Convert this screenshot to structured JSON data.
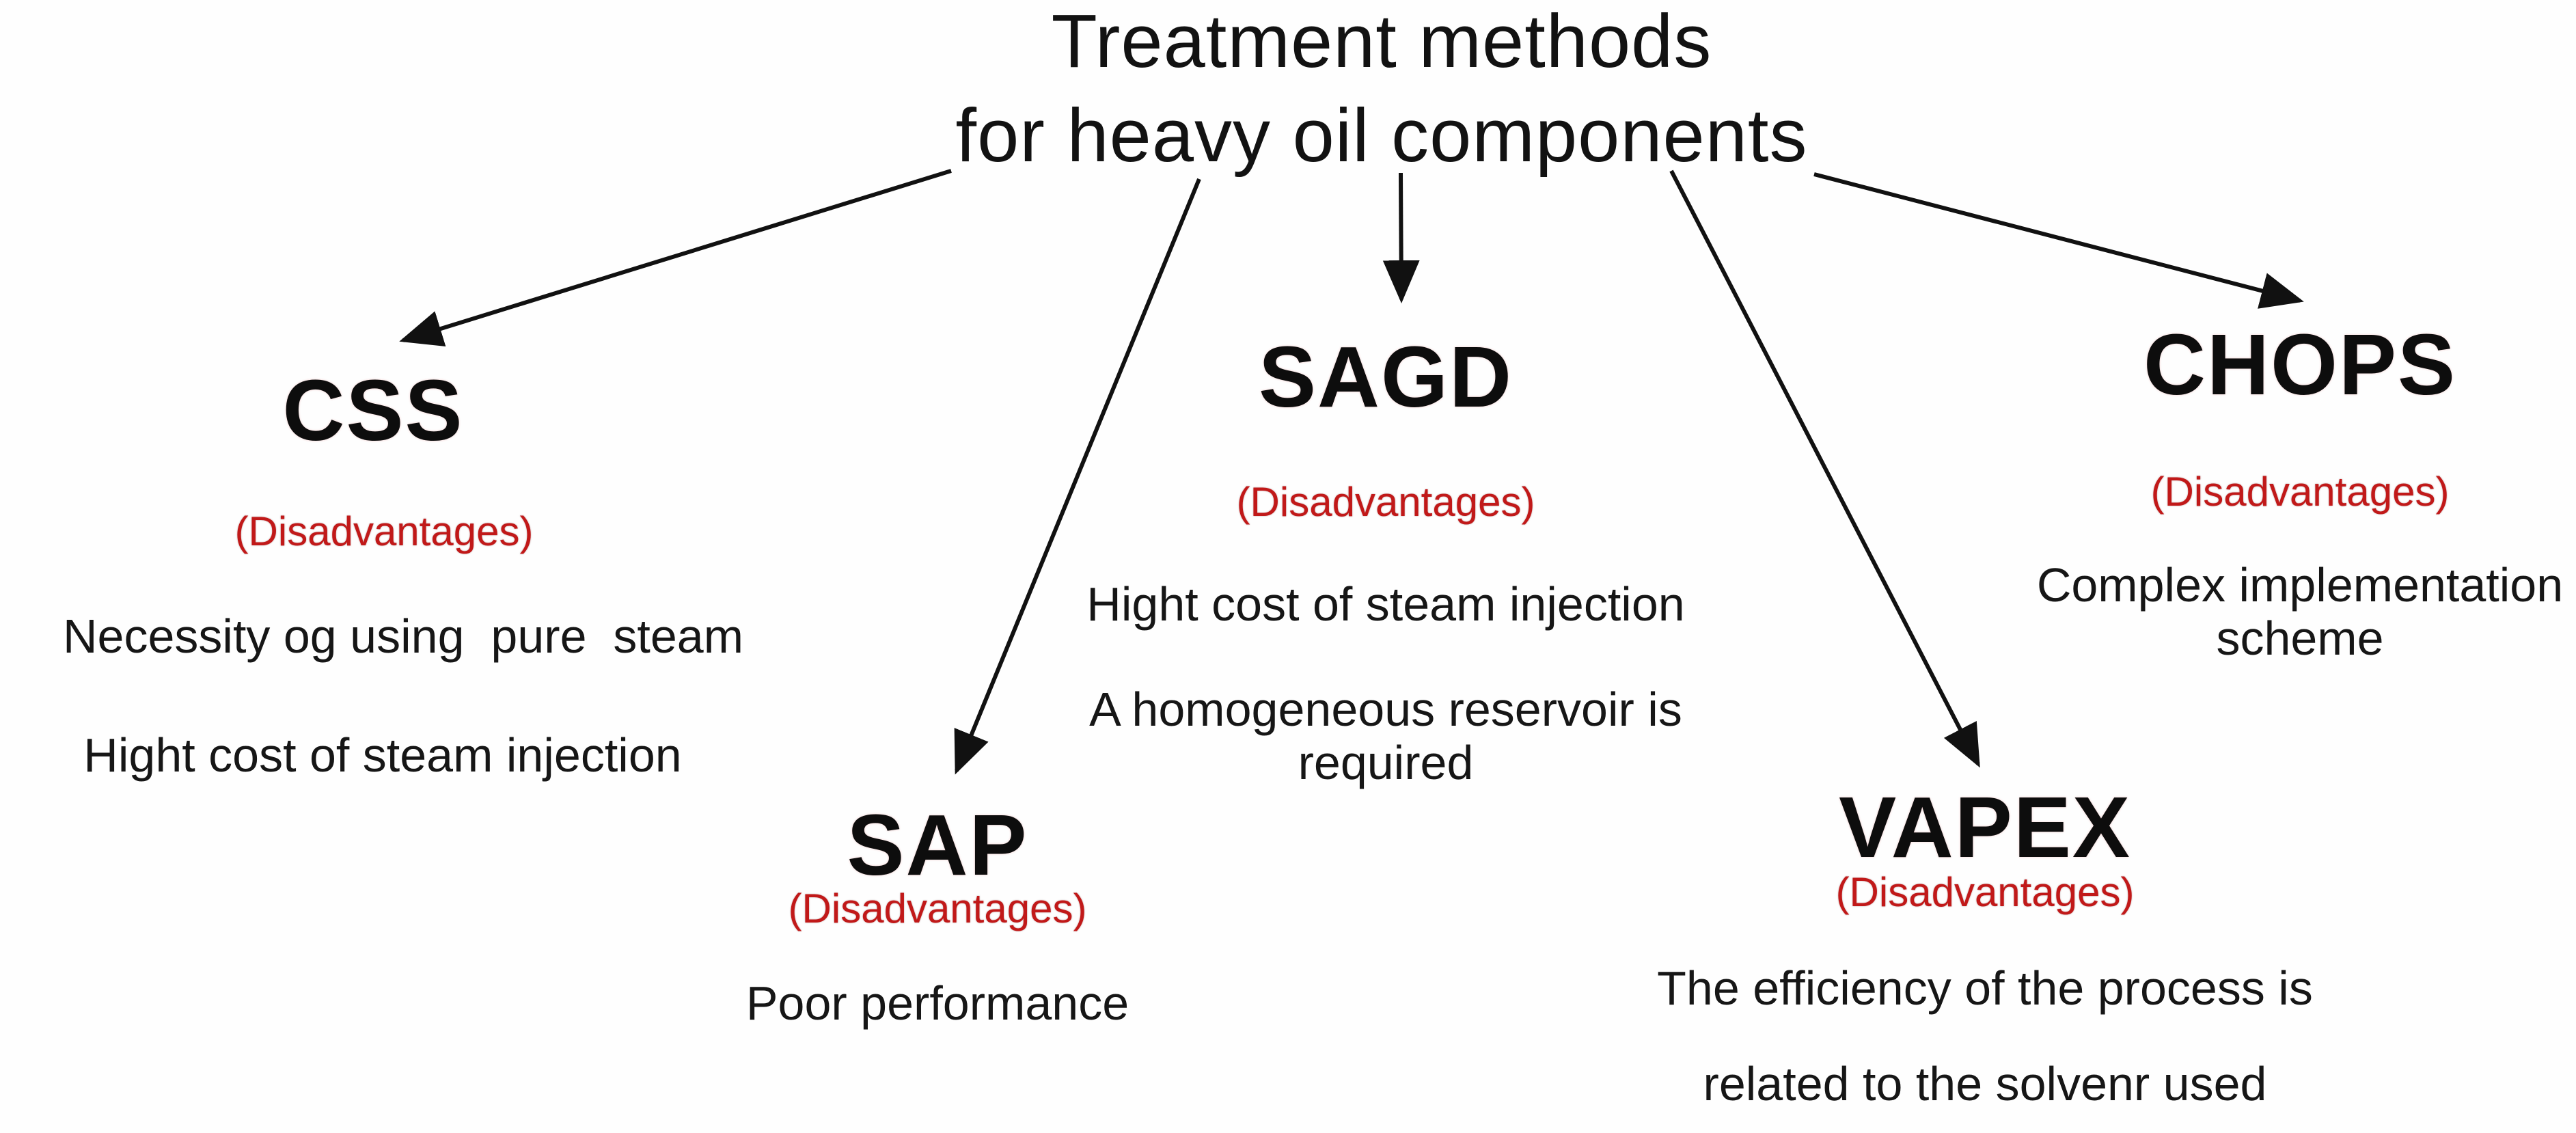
{
  "title": {
    "line1": "Treatment methods",
    "line2": "for heavy oil components"
  },
  "colors": {
    "background": "#fefefe",
    "text": "#141414",
    "accent_red": "#c11919",
    "arrow": "#111111"
  },
  "methods": [
    {
      "name": "CSS",
      "label": "(Disadvantages)",
      "items": [
        "Necessity og using  pure  steam",
        "Hight cost of steam injection"
      ]
    },
    {
      "name": "SAGD",
      "label": "(Disadvantages)",
      "items": [
        "Hight cost of steam injection",
        "A homogeneous reservoir is required"
      ]
    },
    {
      "name": "SAP",
      "label": "(Disadvantages)",
      "items": [
        "Poor performance"
      ]
    },
    {
      "name": "VAPEX",
      "label": "(Disadvantages)",
      "items": [
        "The efficiency of the process is",
        "related to the solvenr used"
      ]
    },
    {
      "name": "CHOPS",
      "label": "(Disadvantages)",
      "items": [
        "Complex implementation scheme"
      ]
    }
  ],
  "edges": [
    {
      "from": "Treatment methods for heavy oil components",
      "to": "CSS"
    },
    {
      "from": "Treatment methods for heavy oil components",
      "to": "SAP"
    },
    {
      "from": "Treatment methods for heavy oil components",
      "to": "SAGD"
    },
    {
      "from": "Treatment methods for heavy oil components",
      "to": "VAPEX"
    },
    {
      "from": "Treatment methods for heavy oil components",
      "to": "CHOPS"
    }
  ]
}
